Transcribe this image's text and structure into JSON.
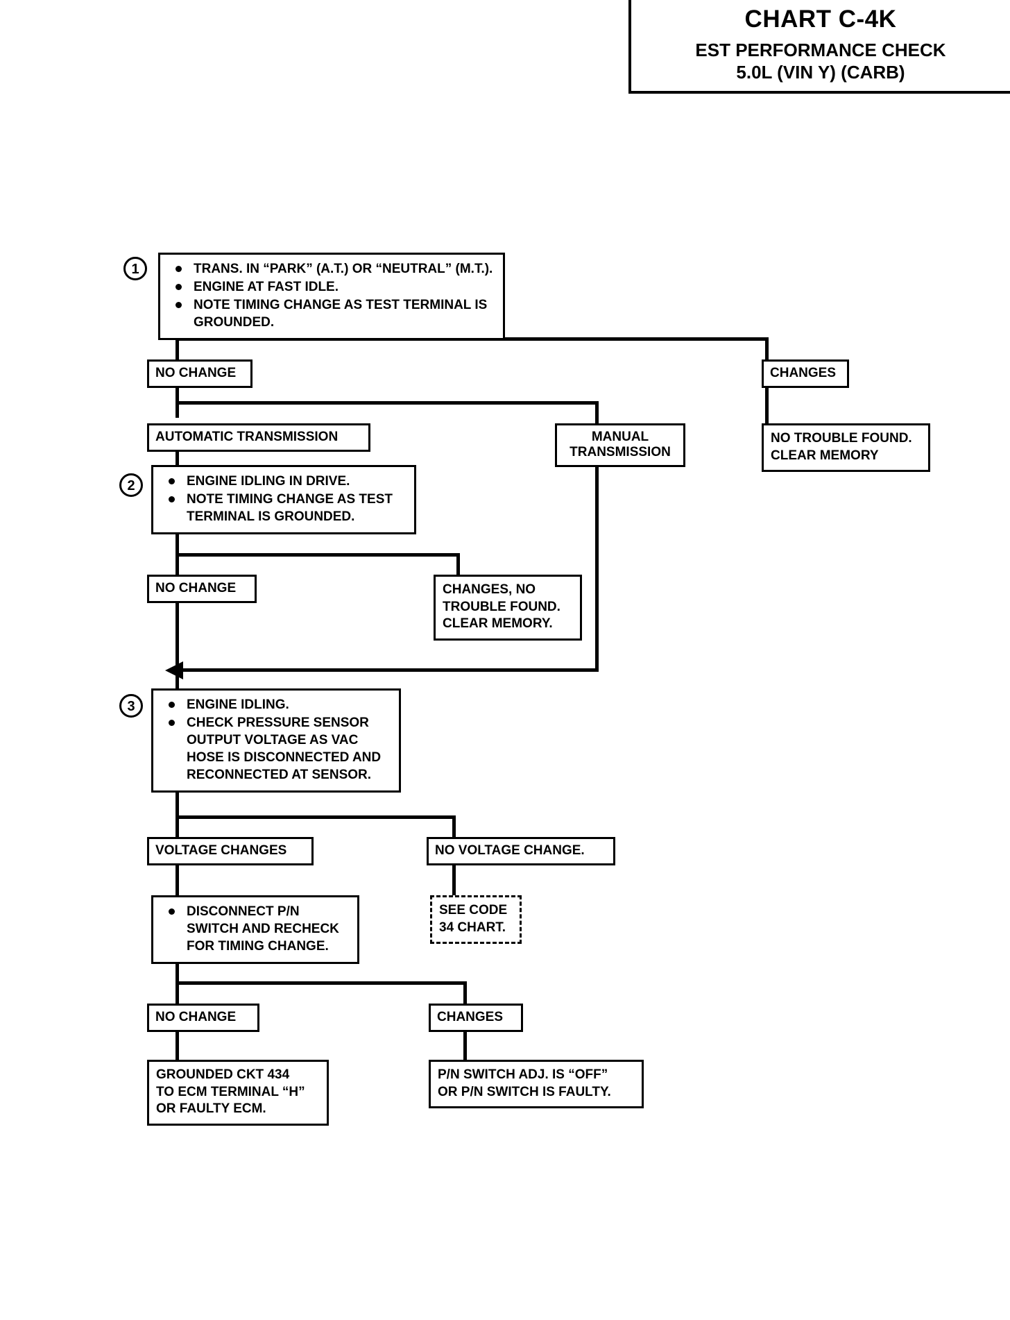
{
  "title": {
    "chart_id": "CHART C-4K",
    "subtitle1": "EST PERFORMANCE CHECK",
    "subtitle2": "5.0L  (VIN Y)  (CARB)"
  },
  "steps": {
    "one": {
      "number": "1",
      "bullets": [
        "TRANS. IN “PARK” (A.T.) OR “NEUTRAL” (M.T.).",
        "ENGINE AT FAST IDLE.",
        "NOTE TIMING CHANGE AS TEST TERMINAL IS GROUNDED."
      ]
    },
    "two": {
      "number": "2",
      "bullets": [
        "ENGINE IDLING IN DRIVE.",
        "NOTE TIMING CHANGE AS TEST\nTERMINAL IS GROUNDED."
      ]
    },
    "three": {
      "number": "3",
      "bullets": [
        "ENGINE IDLING.",
        "CHECK PRESSURE SENSOR\nOUTPUT VOLTAGE AS VAC\nHOSE IS DISCONNECTED AND\nRECONNECTED AT SENSOR."
      ]
    },
    "four": {
      "bullets": [
        "DISCONNECT P/N\nSWITCH AND RECHECK\nFOR TIMING CHANGE."
      ]
    }
  },
  "nodes": {
    "no_change_1": "NO CHANGE",
    "changes_1": "CHANGES",
    "automatic_transmission": "AUTOMATIC TRANSMISSION",
    "manual_transmission": "MANUAL\nTRANSMISSION",
    "no_trouble_found_clear_memory": "NO TROUBLE FOUND.\nCLEAR MEMORY",
    "no_change_2": "NO CHANGE",
    "changes_no_trouble_found": "CHANGES, NO\nTROUBLE FOUND.\nCLEAR MEMORY.",
    "voltage_changes": "VOLTAGE CHANGES",
    "no_voltage_change": "NO VOLTAGE CHANGE.",
    "see_code_34_chart": "SEE CODE\n34 CHART.",
    "no_change_3": "NO CHANGE",
    "changes_3": "CHANGES",
    "grounded_ckt_434": "GROUNDED CKT 434\nTO ECM TERMINAL “H”\nOR FAULTY ECM.",
    "pn_switch_adj_off": "P/N SWITCH ADJ. IS “OFF”\nOR P/N SWITCH IS FAULTY."
  },
  "colors": {
    "ink": "#000000",
    "paper": "#ffffff"
  }
}
